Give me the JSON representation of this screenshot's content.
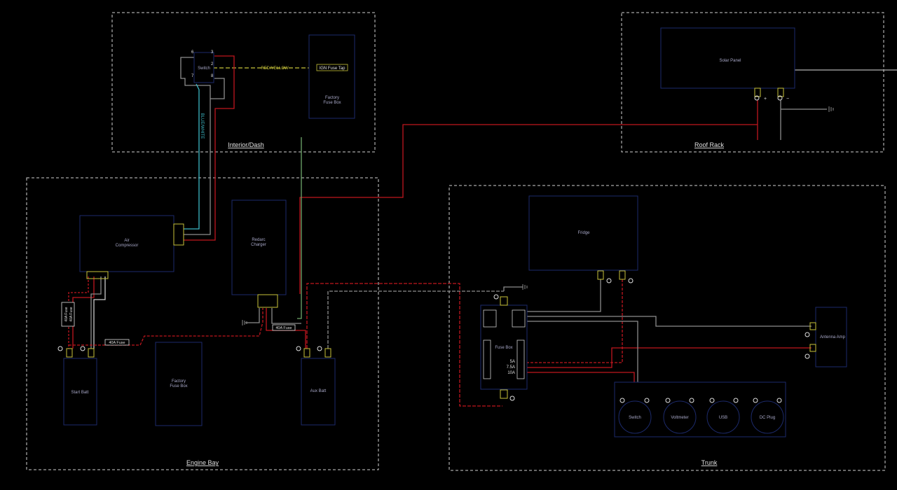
{
  "colors": {
    "background": "#000000",
    "box": "#1c2a6b",
    "dashed": "#d0d0d0",
    "red": "#c0161e",
    "gray": "#8c8c8c",
    "cyan": "#3cb7c4",
    "green": "#6fa86b",
    "yellow": "#c7c23a",
    "text": "#a8a8c8"
  },
  "zones": {
    "interior": "Interior/Dash",
    "roof": "Roof Rack",
    "engine": "Engine Bay",
    "trunk": "Trunk"
  },
  "components": {
    "switch": "Switch",
    "ign_fuse_tap": "IGN Fuse Tap",
    "factory_fuse_box_top": [
      "Factory",
      "Fuse Box"
    ],
    "solar_panel": "Solar Panel",
    "air_compressor": [
      "Air",
      "Compressor"
    ],
    "redarc_charger": [
      "Redarc",
      "Charger"
    ],
    "factory_fuse_box_engine": [
      "Factory",
      "Fuse Box"
    ],
    "start_batt": "Start Batt",
    "aux_batt": "Aux Batt",
    "fridge": "Fridge",
    "fuse_box": "Fuse Box",
    "antenna_amp": "Antenna Amp",
    "panel_switch": "Switch",
    "voltmeter": "Voltmeter",
    "usb": "USB",
    "dc_plug": "DC Plug"
  },
  "wire_labels": {
    "red_yellow": "RED/YELLOW",
    "blue_white": "BLUE/WHITE",
    "fuse_40a_a": "40A Fuse",
    "fuse_40a_b": "40A Fuse",
    "fuse_40a_c": "40A Fuse",
    "fuse_40a_d": "40A Fuse"
  },
  "switch_pins": [
    "6",
    "3",
    "2",
    "7",
    "8"
  ],
  "fuse_ratings": [
    "5A",
    "7.5A",
    "10A"
  ],
  "terminal_symbols": {
    "pos": "+",
    "neg": "−"
  }
}
